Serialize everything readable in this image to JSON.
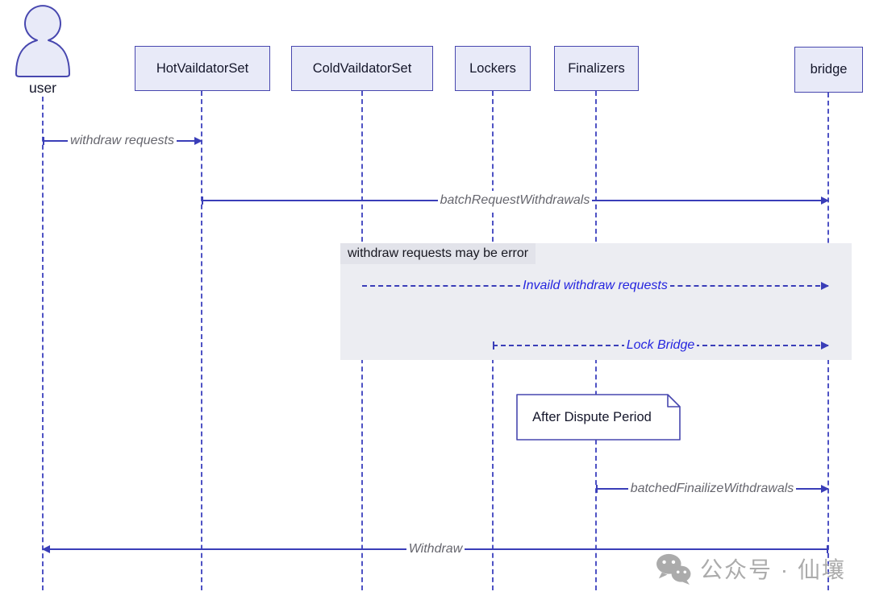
{
  "diagram_type": "sequence",
  "actors": [
    {
      "name": "user",
      "type": "person"
    },
    {
      "name": "HotVaildatorSet",
      "type": "participant"
    },
    {
      "name": "ColdVaildatorSet",
      "type": "participant"
    },
    {
      "name": "Lockers",
      "type": "participant"
    },
    {
      "name": "Finalizers",
      "type": "participant"
    },
    {
      "name": "bridge",
      "type": "participant"
    }
  ],
  "messages": [
    {
      "label": "withdraw requests",
      "from": "user",
      "to": "HotVaildatorSet",
      "line": "solid",
      "direction": "right"
    },
    {
      "label": "batchRequestWithdrawals",
      "from": "HotVaildatorSet",
      "to": "bridge",
      "line": "solid",
      "direction": "right"
    },
    {
      "label": "Invaild withdraw requests",
      "from": "ColdVaildatorSet",
      "to": "bridge",
      "line": "dashed",
      "direction": "right"
    },
    {
      "label": "Lock Bridge",
      "from": "Lockers",
      "to": "bridge",
      "line": "dashed",
      "direction": "right"
    },
    {
      "label": "batchedFinailizeWithdrawals",
      "from": "Finalizers",
      "to": "bridge",
      "line": "solid",
      "direction": "right"
    },
    {
      "label": "Withdraw",
      "from": "bridge",
      "to": "user",
      "line": "solid",
      "direction": "left"
    }
  ],
  "section": {
    "label": "withdraw requests may be error"
  },
  "note": {
    "label": "After Dispute Period",
    "anchor": "Finalizers"
  },
  "watermark": {
    "text": "公众号 · 仙壤",
    "icon": "wechat-logo"
  },
  "colors": {
    "actor_fill": "#e8eaf8",
    "actor_border": "#4747af",
    "lifeline": "#4e52c4",
    "message_line": "#3a3eb8",
    "message_text": "#66666e",
    "highlight_message_text": "#2525df",
    "section_fill": "#ecedf2",
    "section_label_fill": "#e2e3ea",
    "note_fill": "#ffffff",
    "watermark_gray": "#ababab"
  }
}
